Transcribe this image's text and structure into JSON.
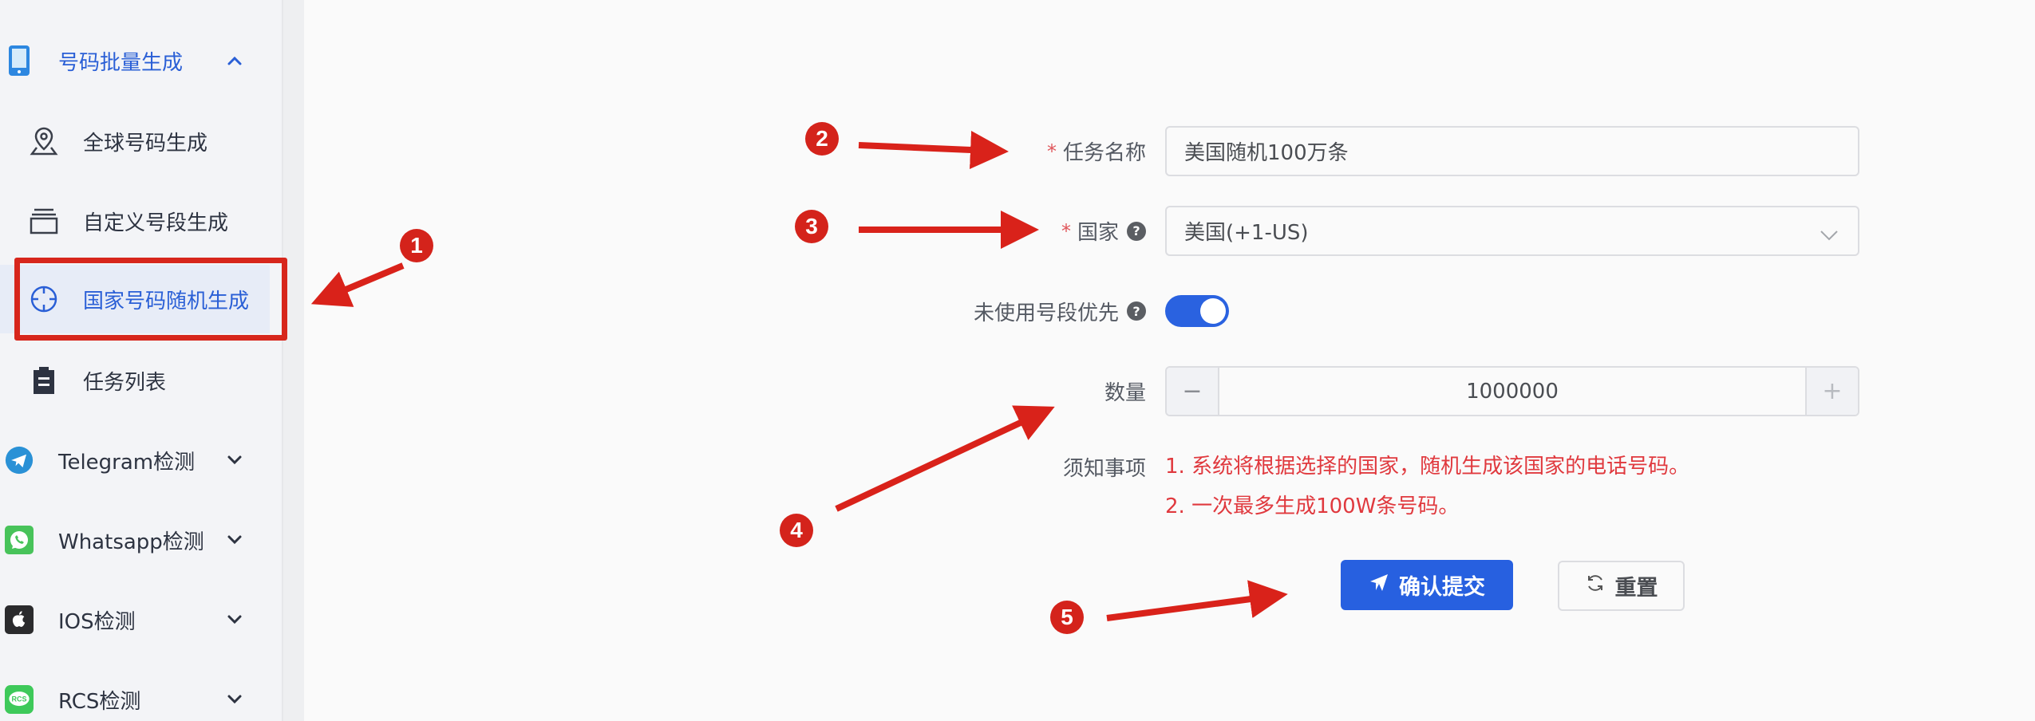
{
  "sidebar": {
    "items": [
      {
        "label": "号码批量生成",
        "icon": "phone-icon",
        "type": "group",
        "expanded": true
      },
      {
        "label": "全球号码生成",
        "icon": "location-pin-icon",
        "type": "sub"
      },
      {
        "label": "自定义号段生成",
        "icon": "stack-icon",
        "type": "sub"
      },
      {
        "label": "国家号码随机生成",
        "icon": "crosshair-icon",
        "type": "sub",
        "active": true
      },
      {
        "label": "任务列表",
        "icon": "clipboard-icon",
        "type": "sub"
      },
      {
        "label": "Telegram检测",
        "icon": "telegram-icon",
        "type": "group"
      },
      {
        "label": "Whatsapp检测",
        "icon": "whatsapp-icon",
        "type": "group"
      },
      {
        "label": "IOS检测",
        "icon": "apple-icon",
        "type": "group"
      },
      {
        "label": "RCS检测",
        "icon": "rcs-icon",
        "type": "group"
      }
    ]
  },
  "form": {
    "task_name": {
      "label": "任务名称",
      "required": true,
      "value": "美国随机100万条"
    },
    "country": {
      "label": "国家",
      "required": true,
      "value": "美国(+1-US)",
      "help": "?"
    },
    "unused_first": {
      "label": "未使用号段优先",
      "help": "?",
      "enabled": true
    },
    "quantity": {
      "label": "数量",
      "value": "1000000",
      "minus": "−",
      "plus": "+"
    },
    "notes": {
      "label": "须知事项",
      "lines": [
        "1. 系统将根据选择的国家，随机生成该国家的电话号码。",
        "2. 一次最多生成100W条号码。"
      ]
    },
    "submit_label": "确认提交",
    "reset_label": "重置"
  },
  "annotations": {
    "markers": [
      "1",
      "2",
      "3",
      "4",
      "5"
    ],
    "color": "#d4231b"
  },
  "colors": {
    "primary": "#2760e0",
    "danger": "#e0393e",
    "annotation": "#d4231b"
  }
}
